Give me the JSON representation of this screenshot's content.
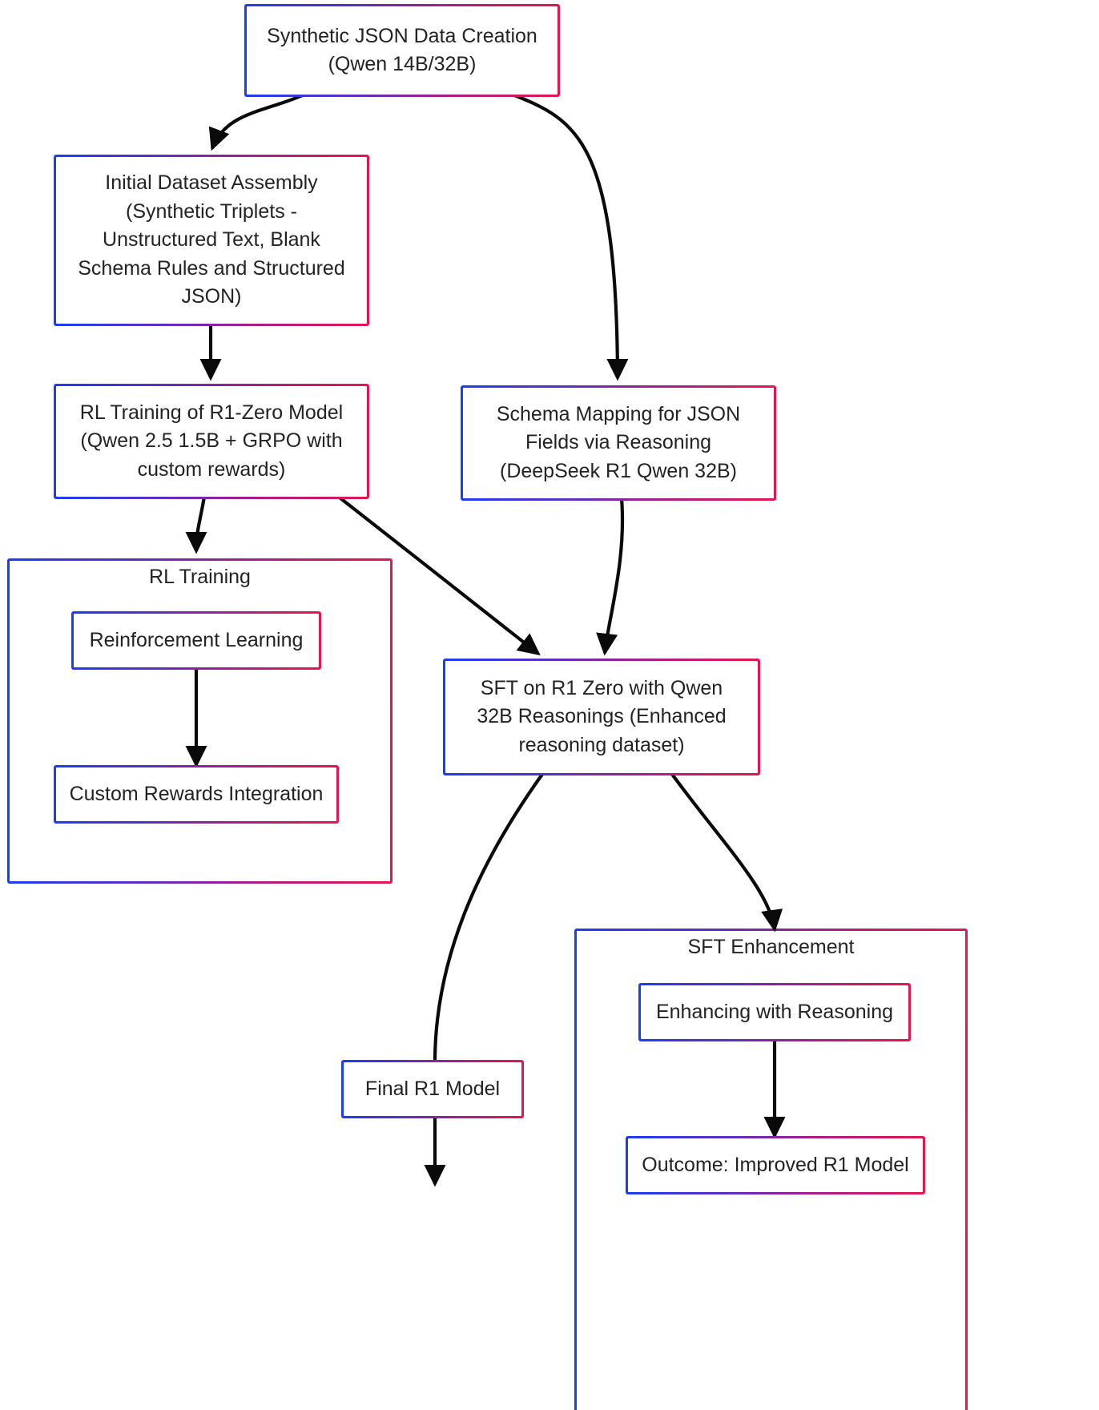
{
  "diagram": {
    "type": "flowchart",
    "direction": "top-down",
    "background_color": "#ffffff",
    "node_border_gradient": {
      "from": "#1b3ef2",
      "to": "#e6154f"
    },
    "edge_color": "#0a0a0a",
    "text_color": "#232323"
  },
  "nodes": {
    "synthetic_json": {
      "id": "synthetic_json",
      "label": "Synthetic JSON Data Creation\n(Qwen 14B/32B)"
    },
    "initial_dataset": {
      "id": "initial_dataset",
      "label": "Initial Dataset Assembly\n(Synthetic Triplets -\nUnstructured Text, Blank\nSchema Rules and Structured\nJSON)"
    },
    "rl_training_r1zero": {
      "id": "rl_training_r1zero",
      "label": "RL Training of R1-Zero Model\n(Qwen 2.5 1.5B + GRPO with\ncustom rewards)"
    },
    "schema_mapping": {
      "id": "schema_mapping",
      "label": "Schema Mapping for JSON\nFields via Reasoning\n(DeepSeek R1 Qwen 32B)"
    },
    "sft_on_r1_zero": {
      "id": "sft_on_r1_zero",
      "label": "SFT on R1 Zero with Qwen\n32B Reasonings (Enhanced\nreasoning dataset)"
    },
    "reinforcement_learning": {
      "id": "reinforcement_learning",
      "label": "Reinforcement Learning"
    },
    "custom_rewards": {
      "id": "custom_rewards",
      "label": "Custom Rewards Integration"
    },
    "final_r1_model": {
      "id": "final_r1_model",
      "label": "Final R1 Model"
    },
    "enhancing_with_reasoning": {
      "id": "enhancing_with_reasoning",
      "label": "Enhancing with Reasoning"
    },
    "outcome_improved": {
      "id": "outcome_improved",
      "label": "Outcome: Improved R1 Model"
    }
  },
  "clusters": {
    "rl_training_cluster": {
      "id": "rl_training_cluster",
      "title": "RL Training"
    },
    "sft_enhancement_cluster": {
      "id": "sft_enhancement_cluster",
      "title": "SFT Enhancement"
    }
  },
  "edges": [
    {
      "from": "synthetic_json",
      "to": "initial_dataset"
    },
    {
      "from": "synthetic_json",
      "to": "schema_mapping"
    },
    {
      "from": "initial_dataset",
      "to": "rl_training_r1zero"
    },
    {
      "from": "rl_training_r1zero",
      "to": "rl_training_cluster"
    },
    {
      "from": "rl_training_r1zero",
      "to": "sft_on_r1_zero"
    },
    {
      "from": "schema_mapping",
      "to": "sft_on_r1_zero"
    },
    {
      "from": "reinforcement_learning",
      "to": "custom_rewards"
    },
    {
      "from": "sft_on_r1_zero",
      "to": "final_r1_model"
    },
    {
      "from": "sft_on_r1_zero",
      "to": "sft_enhancement_cluster"
    },
    {
      "from": "enhancing_with_reasoning",
      "to": "outcome_improved"
    }
  ]
}
